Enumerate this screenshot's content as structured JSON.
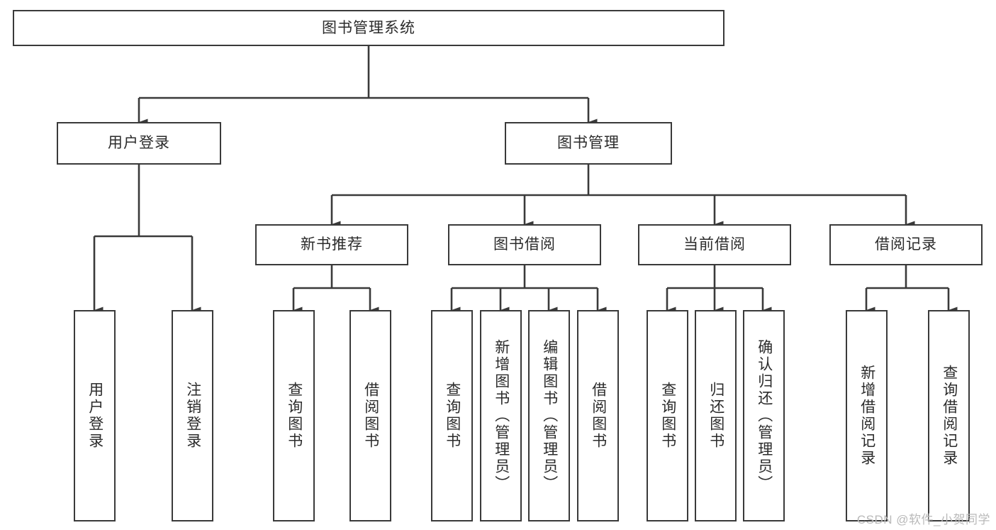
{
  "diagram": {
    "title_node": {
      "label": "图书管理系统"
    },
    "level2": [
      {
        "id": "user-login",
        "label": "用户登录"
      },
      {
        "id": "book-manage",
        "label": "图书管理"
      }
    ],
    "level3": [
      {
        "id": "new-book-recommend",
        "label": "新书推荐"
      },
      {
        "id": "book-borrow",
        "label": "图书借阅"
      },
      {
        "id": "current-borrow",
        "label": "当前借阅"
      },
      {
        "id": "borrow-record",
        "label": "借阅记录"
      }
    ],
    "leaves": [
      {
        "id": "leaf-user-login",
        "label": "用户登录"
      },
      {
        "id": "leaf-logout-login",
        "label": "注销登录"
      },
      {
        "id": "leaf-query-book-1",
        "label": "查询图书"
      },
      {
        "id": "leaf-borrow-book-1",
        "label": "借阅图书"
      },
      {
        "id": "leaf-query-book-2",
        "label": "查询图书"
      },
      {
        "id": "leaf-add-book",
        "label": "新增图书（管理员）"
      },
      {
        "id": "leaf-edit-book",
        "label": "编辑图书（管理员）"
      },
      {
        "id": "leaf-borrow-book-2",
        "label": "借阅图书"
      },
      {
        "id": "leaf-query-book-3",
        "label": "查询图书"
      },
      {
        "id": "leaf-return-book",
        "label": "归还图书"
      },
      {
        "id": "leaf-confirm-return",
        "label": "确认归还（管理员）"
      },
      {
        "id": "leaf-add-record",
        "label": "新增借阅记录"
      },
      {
        "id": "leaf-query-record",
        "label": "查询借阅记录"
      }
    ],
    "watermark": "CSDN @软件_小贺同学",
    "colors": {
      "stroke": "#3a3a3a",
      "text": "#2b2b2b",
      "background": "#ffffff",
      "watermark": "#b9b9b9"
    }
  }
}
